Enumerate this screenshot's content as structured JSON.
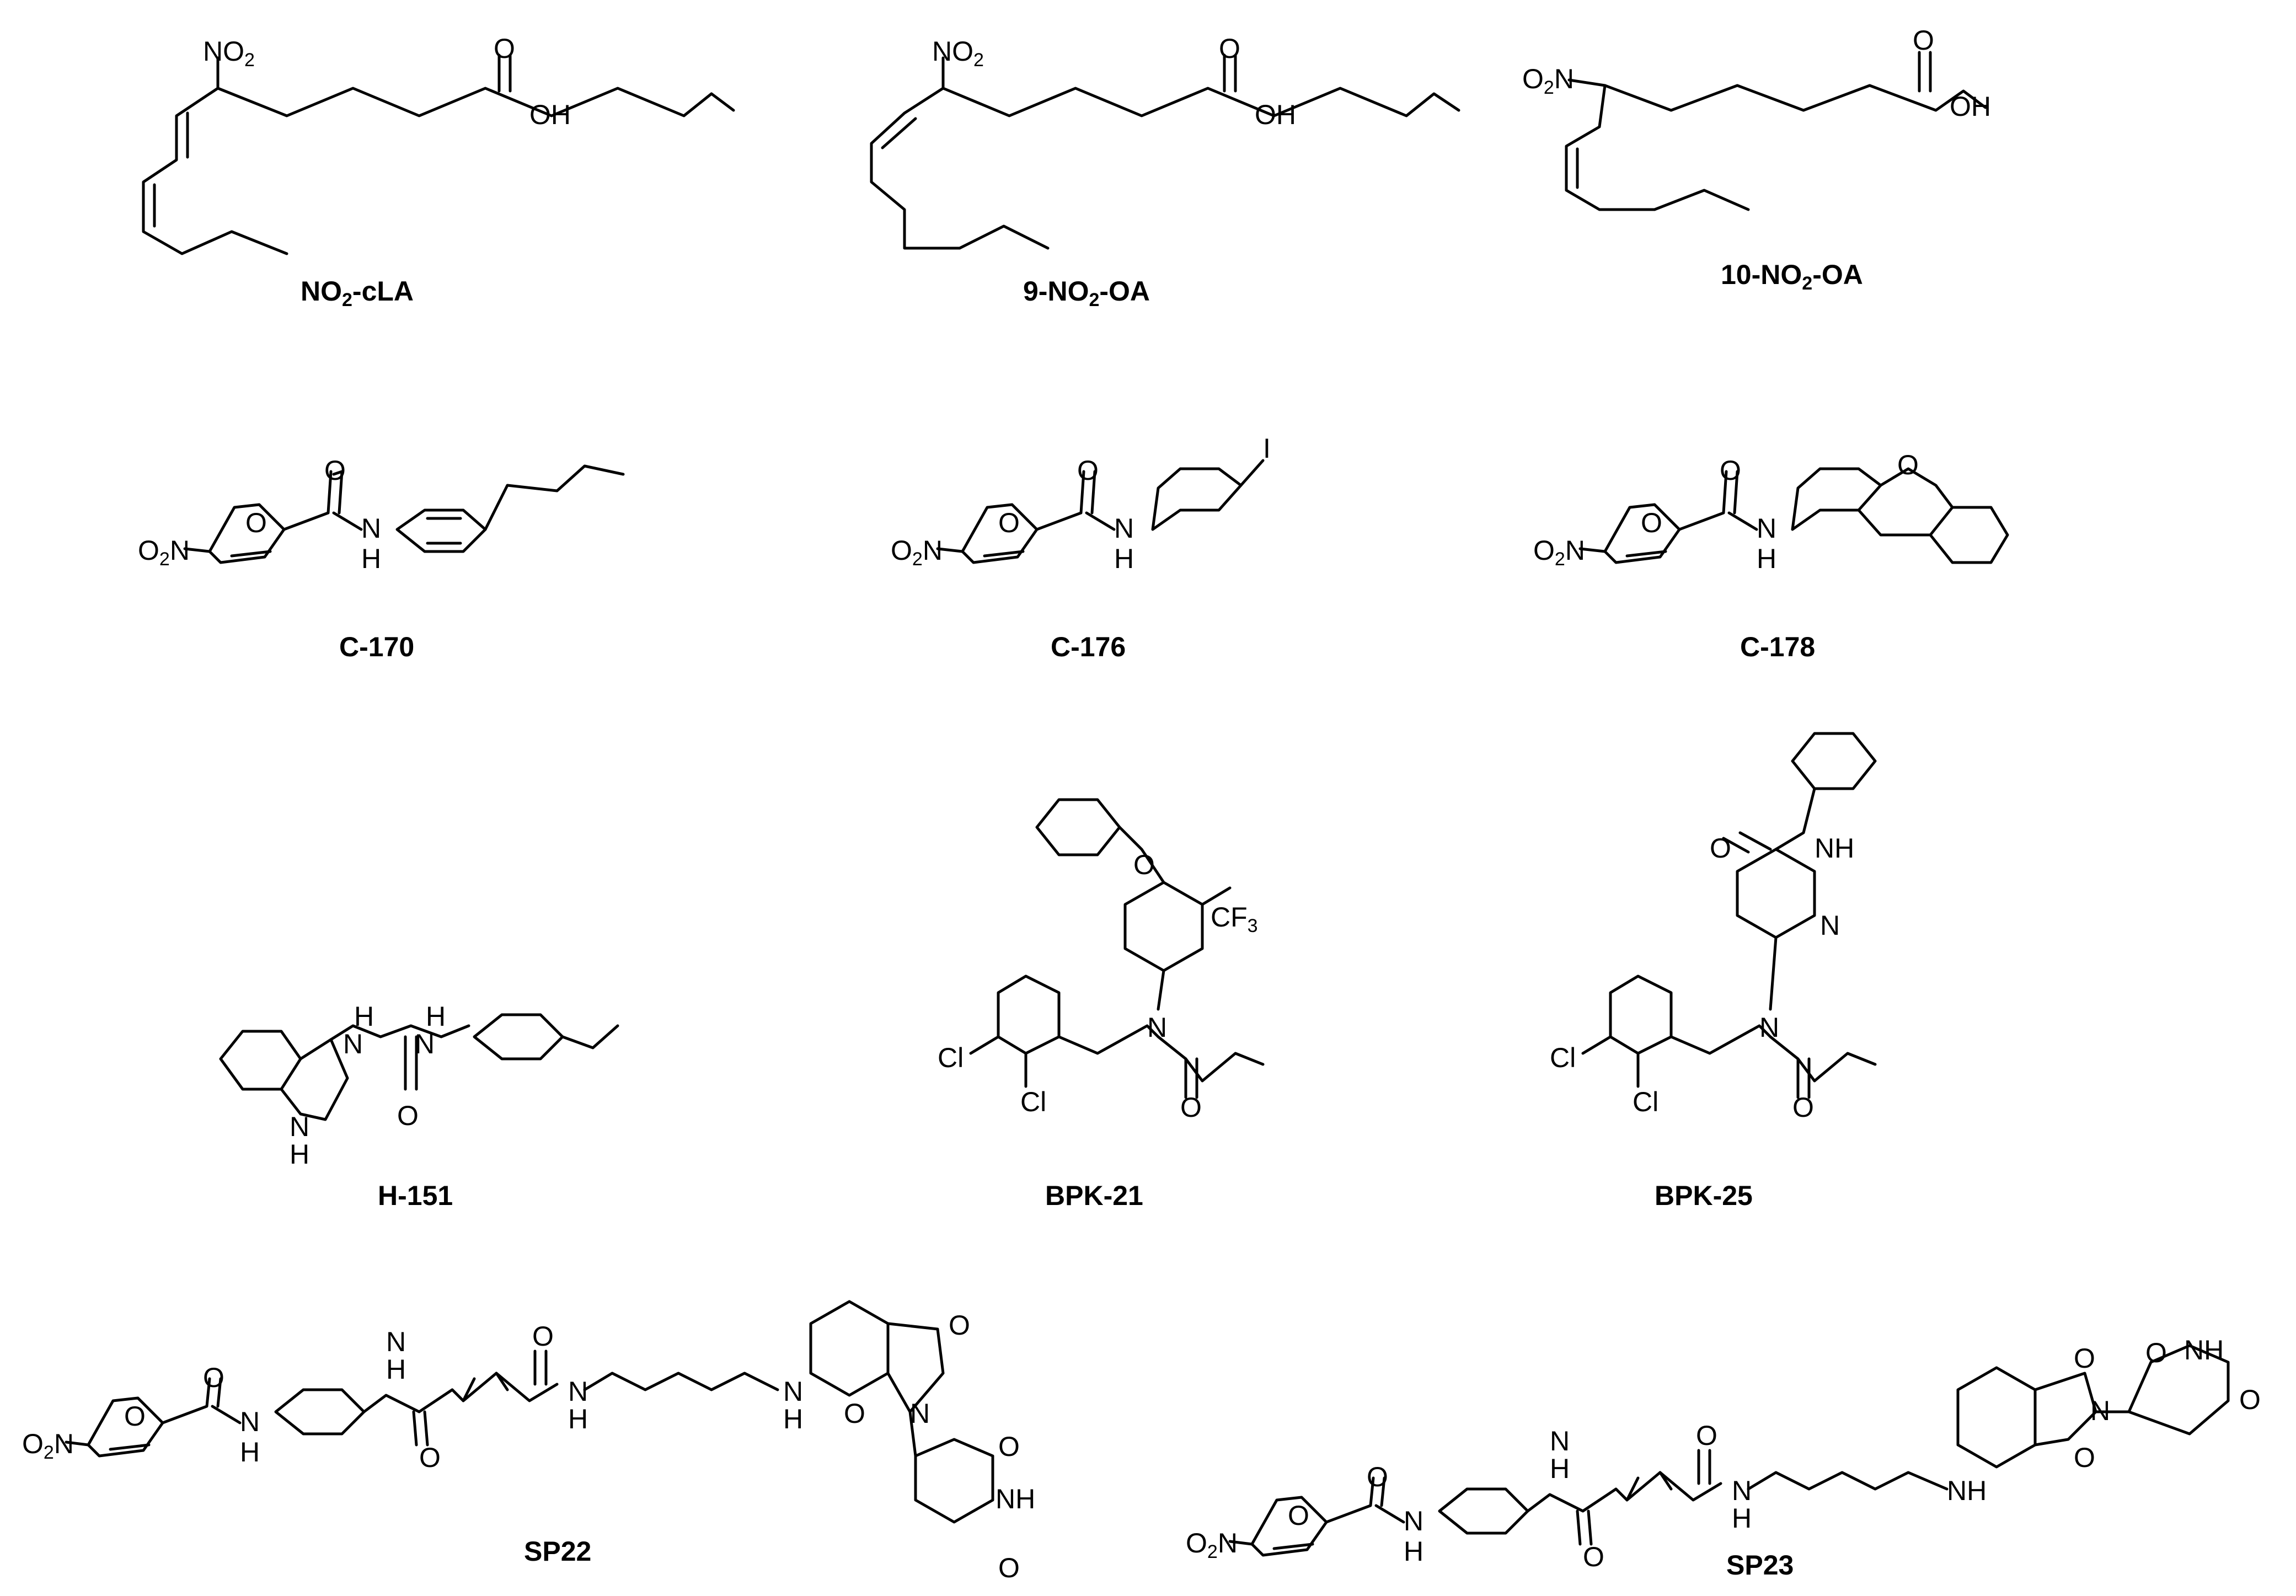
{
  "atoms": {
    "no2": "NO",
    "o2n": "O",
    "o2n_tail": "N",
    "two": "2",
    "three": "3",
    "o": "O",
    "oh": "OH",
    "nh": "NH",
    "n": "N",
    "h": "H",
    "i": "I",
    "cl": "Cl",
    "cf": "CF"
  },
  "compounds": [
    {
      "id": "no2-cla",
      "label_a": "NO",
      "label_b": "-cLA"
    },
    {
      "id": "9-no2-oa",
      "label_a": "9-NO",
      "label_b": "-OA"
    },
    {
      "id": "10-no2-oa",
      "label_a": "10-NO",
      "label_b": "-OA"
    },
    {
      "id": "c-170",
      "label": "C-170"
    },
    {
      "id": "c-176",
      "label": "C-176"
    },
    {
      "id": "c-178",
      "label": "C-178"
    },
    {
      "id": "h-151",
      "label": "H-151"
    },
    {
      "id": "bpk-21",
      "label": "BPK-21"
    },
    {
      "id": "bpk-25",
      "label": "BPK-25"
    },
    {
      "id": "sp22",
      "label": "SP22"
    },
    {
      "id": "sp23",
      "label": "SP23"
    }
  ]
}
